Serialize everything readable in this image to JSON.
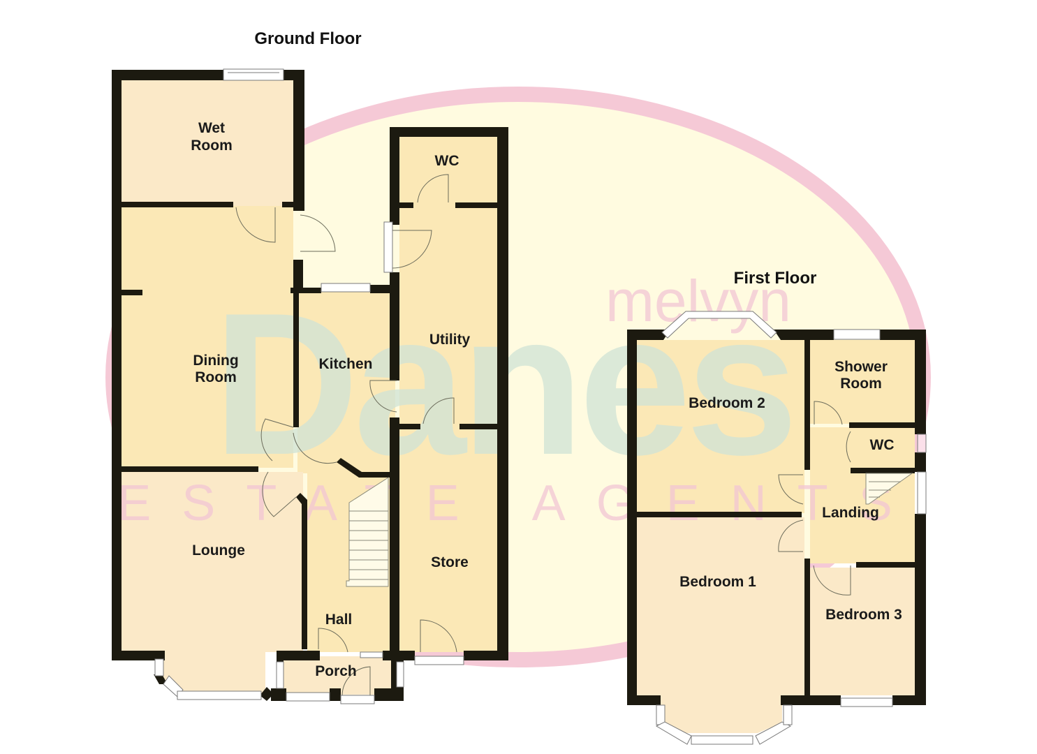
{
  "watermark": {
    "brand_top": "melvyn",
    "brand_main": "Danes",
    "brand_sub": "ESTATE AGENTS",
    "colors": {
      "ellipse_ring": "#f5c9d6",
      "ellipse_fill": "#fffbe0",
      "main_text": "#cfe3d6",
      "sub_text": "#f2c6d4"
    }
  },
  "colors": {
    "wall": "#1c1a10",
    "room_warm": "#fbe9c8",
    "room_yellow": "#fbe8b6",
    "window": "#ffffff"
  },
  "ground_floor": {
    "title": "Ground Floor",
    "rooms": {
      "wet_room": {
        "line1": "Wet",
        "line2": "Room"
      },
      "dining_room": {
        "line1": "Dining",
        "line2": "Room"
      },
      "kitchen": {
        "label": "Kitchen"
      },
      "wc": {
        "label": "WC"
      },
      "utility": {
        "label": "Utility"
      },
      "lounge": {
        "label": "Lounge"
      },
      "hall": {
        "label": "Hall"
      },
      "store": {
        "label": "Store"
      },
      "porch": {
        "label": "Porch"
      }
    }
  },
  "first_floor": {
    "title": "First Floor",
    "rooms": {
      "bedroom_2": {
        "label": "Bedroom 2"
      },
      "shower_room": {
        "line1": "Shower",
        "line2": "Room"
      },
      "wc": {
        "label": "WC"
      },
      "landing": {
        "label": "Landing"
      },
      "bedroom_1": {
        "label": "Bedroom 1"
      },
      "bedroom_3": {
        "label": "Bedroom 3"
      }
    }
  }
}
